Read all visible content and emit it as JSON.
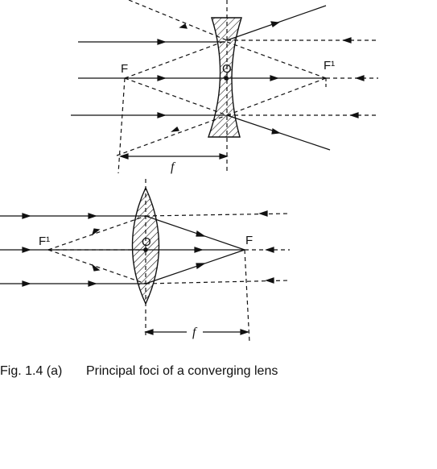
{
  "diagram_top": {
    "labels": {
      "focus_left": "F",
      "center": "O",
      "focus_right": "F¹",
      "focal_length": "f"
    }
  },
  "diagram_bottom": {
    "labels": {
      "focus_left": "F¹",
      "center": "O",
      "focus_right": "F",
      "focal_length": "f"
    }
  },
  "caption": {
    "number": "Fig. 1.4 (a)",
    "text": "Principal foci of a converging lens"
  },
  "colors": {
    "ink": "#111111",
    "background": "#ffffff"
  }
}
